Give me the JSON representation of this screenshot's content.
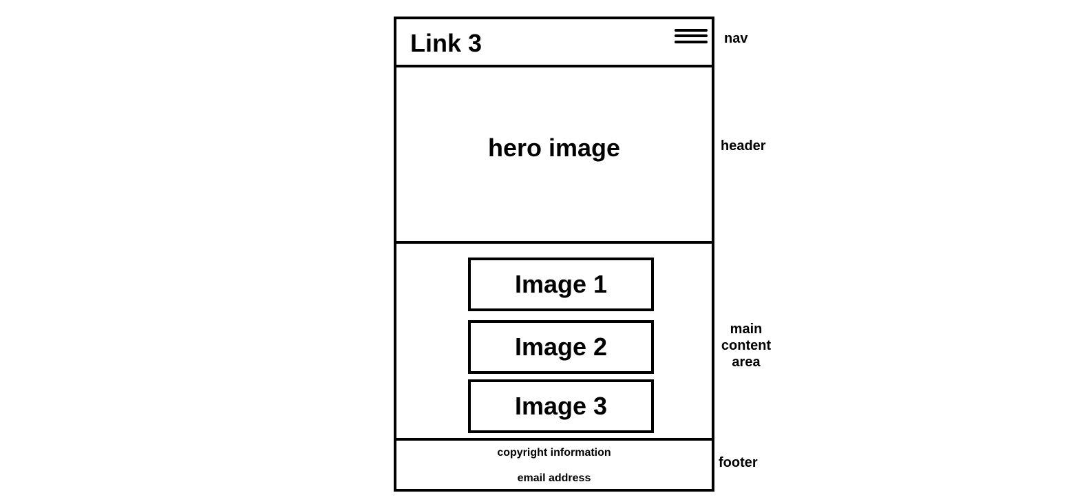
{
  "nav": {
    "link_label": "Link 3",
    "menu_icon": "hamburger-menu-icon"
  },
  "header": {
    "hero_label": "hero image"
  },
  "main": {
    "images": [
      {
        "label": "Image 1"
      },
      {
        "label": "Image 2"
      },
      {
        "label": "Image 3"
      }
    ]
  },
  "footer": {
    "copyright": "copyright information",
    "email": "email address"
  },
  "annotations": {
    "nav": "nav",
    "header": "header",
    "main": "main content area",
    "footer": "footer"
  },
  "colors": {
    "stroke": "#000000",
    "background": "#ffffff"
  }
}
